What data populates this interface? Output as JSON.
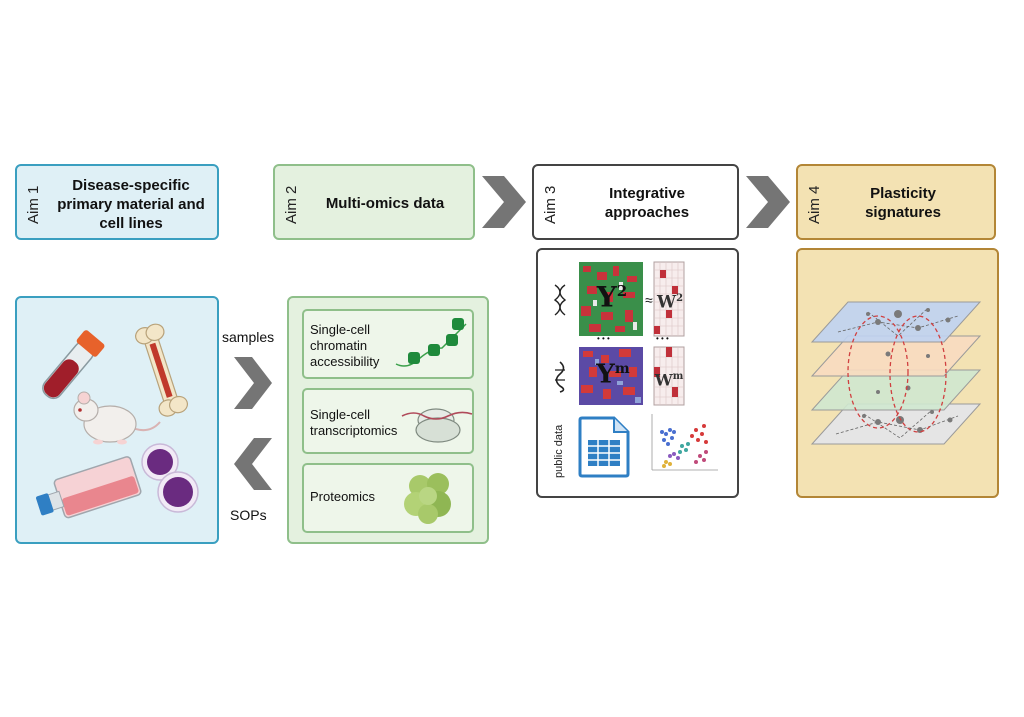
{
  "colors": {
    "aim1_fill": "#dff0f6",
    "aim1_border": "#3a9fc0",
    "aim2_fill": "#e4f1df",
    "aim2_border": "#8fbf8a",
    "aim3_fill": "#ffffff",
    "aim3_border": "#444444",
    "aim4_fill": "#f3e2b3",
    "aim4_border": "#b38636",
    "chevron": "#757575"
  },
  "aims": [
    {
      "label": "Aim 1",
      "title": "Disease-specific primary material and cell lines"
    },
    {
      "label": "Aim 2",
      "title": "Multi-omics data"
    },
    {
      "label": "Aim 3",
      "title": "Integrative approaches"
    },
    {
      "label": "Aim 4",
      "title": "Plasticity signatures"
    }
  ],
  "flow": {
    "samples": "samples",
    "sops": "SOPs"
  },
  "omics": [
    {
      "label": "Single-cell chromatin accessibility",
      "icon": "chromatin-icon"
    },
    {
      "label": "Single-cell transcriptomics",
      "icon": "rna-ribosome-icon"
    },
    {
      "label": "Proteomics",
      "icon": "protein-icon"
    }
  ],
  "integration": {
    "matrix_top": "Y",
    "matrix_top_sup": "2",
    "factor_top": "W",
    "factor_top_sup": "2",
    "approx": "≈",
    "matrix_bottom": "Y",
    "matrix_bottom_sup": "m",
    "factor_bottom": "W",
    "factor_bottom_sup": "m",
    "dots": "• • •",
    "public_data": "public data"
  }
}
